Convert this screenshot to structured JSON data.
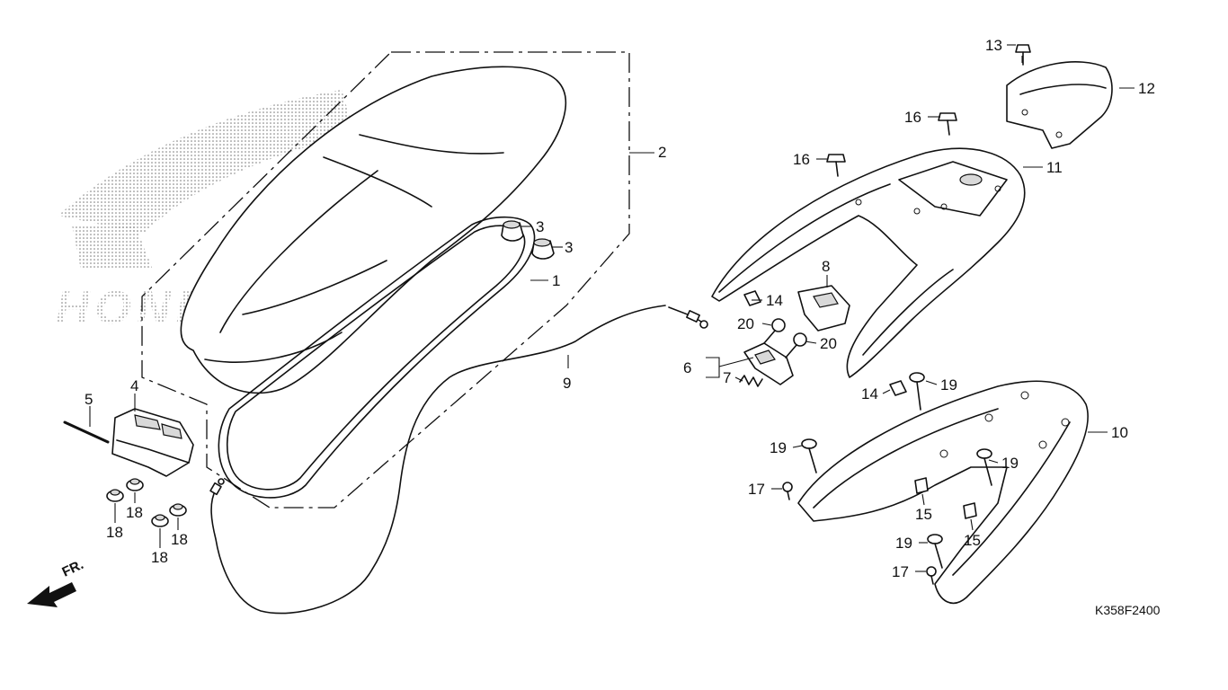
{
  "diagram_code": "K358F2400",
  "front_label": "FR.",
  "watermark": "HONDA",
  "callouts": {
    "c1": "1",
    "c2": "2",
    "c3a": "3",
    "c3b": "3",
    "c4": "4",
    "c5": "5",
    "c6": "6",
    "c7": "7",
    "c8": "8",
    "c9": "9",
    "c10": "10",
    "c11": "11",
    "c12": "12",
    "c13": "13",
    "c14a": "14",
    "c14b": "14",
    "c15a": "15",
    "c15b": "15",
    "c16a": "16",
    "c16b": "16",
    "c17a": "17",
    "c17b": "17",
    "c18a": "18",
    "c18b": "18",
    "c18c": "18",
    "c18d": "18",
    "c19a": "19",
    "c19b": "19",
    "c19c": "19",
    "c19d": "19",
    "c20a": "20",
    "c20b": "20"
  }
}
